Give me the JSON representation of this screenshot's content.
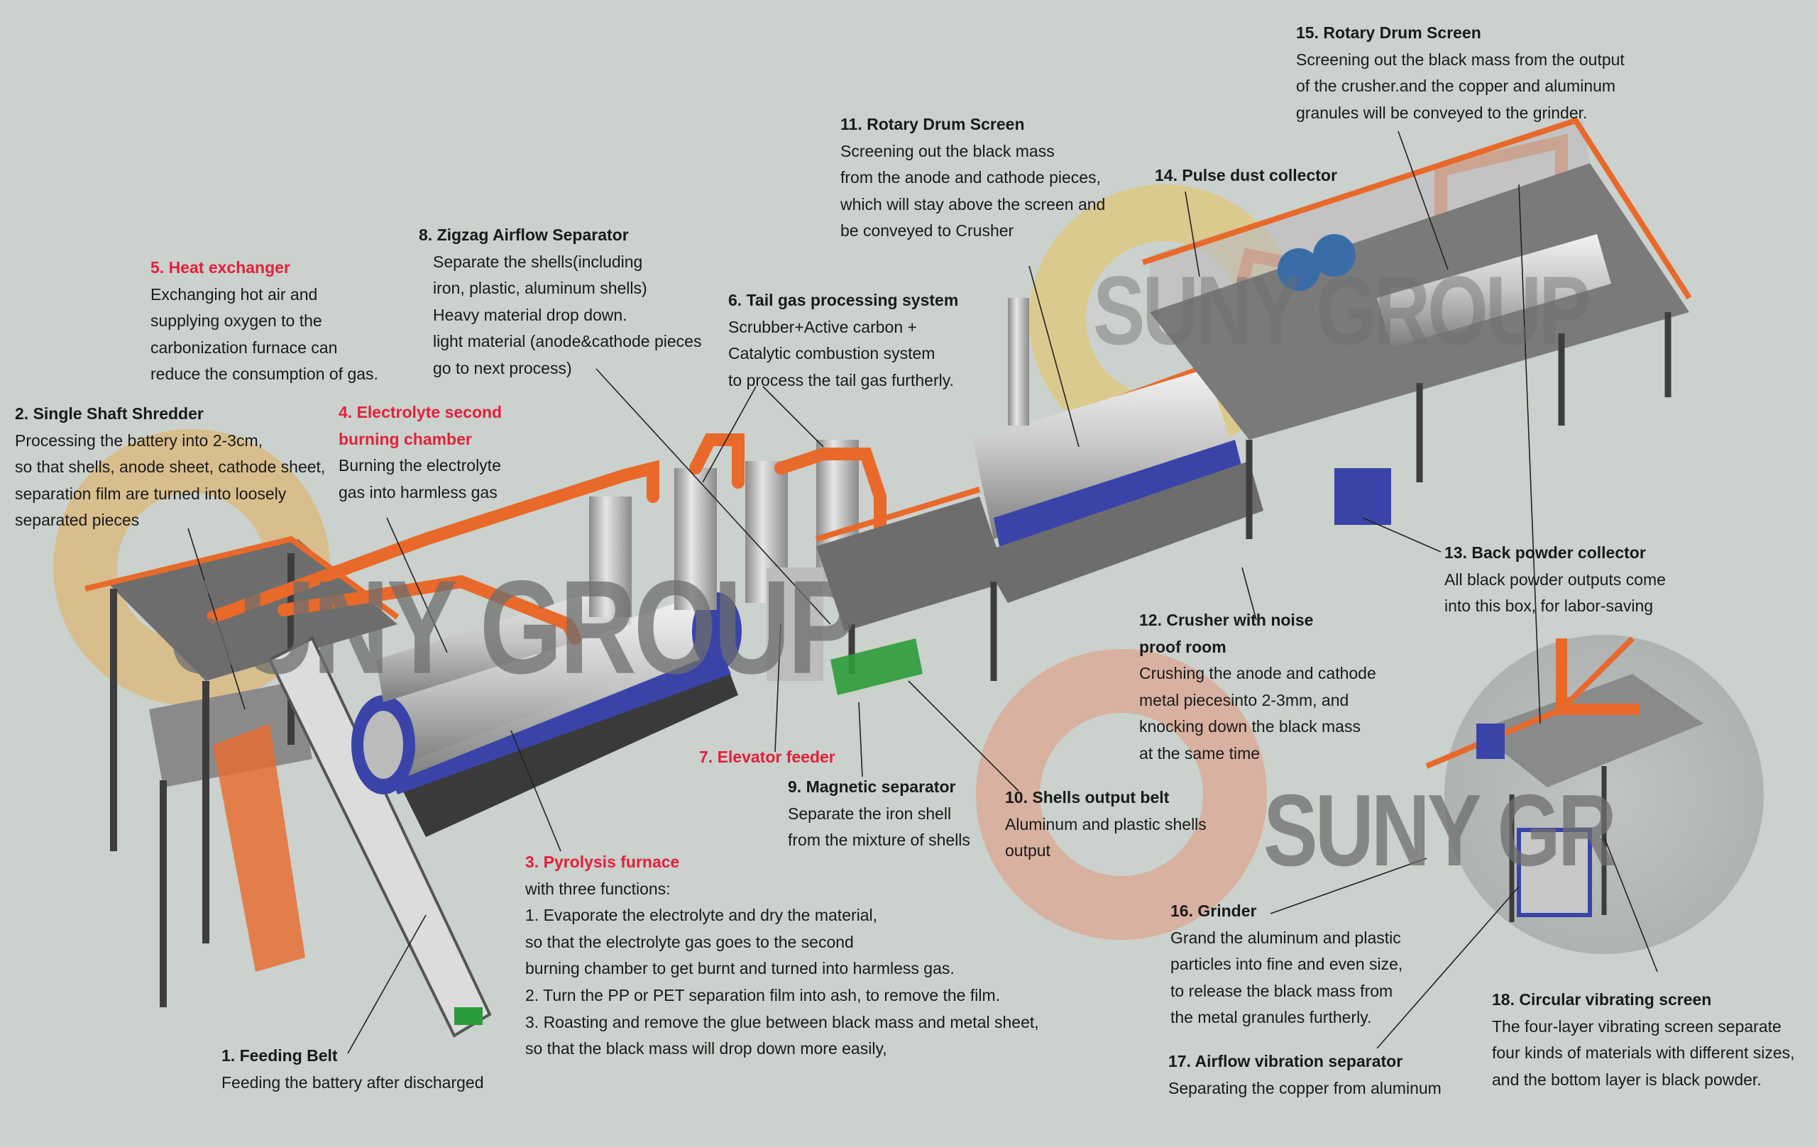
{
  "watermark": "SUNY GROUP",
  "watermark_partial": "SUNY GR",
  "colors": {
    "background": "#cbd1cc",
    "pipe": "#e8692a",
    "railing": "#e8692a",
    "frame": "#3d3d3d",
    "accent_blue": "#3a44a8",
    "red_title": "#e3203c"
  },
  "labels": {
    "s1": {
      "title": "1. Feeding Belt",
      "lines": [
        "Feeding the battery after discharged"
      ]
    },
    "s2": {
      "title": "2. Single Shaft Shredder",
      "lines": [
        "Processing the battery into 2-3cm,",
        "so that shells, anode sheet, cathode sheet,",
        "separation film are turned into loosely",
        "separated pieces"
      ]
    },
    "s3": {
      "title": "3. Pyrolysis furnace",
      "lines": [
        "with three functions:",
        "1. Evaporate the electrolyte and dry the material,",
        "so that the electrolyte gas goes to the second",
        "burning chamber to get burnt and turned into harmless gas.",
        "2. Turn the PP or PET separation film into ash, to remove the film.",
        "3. Roasting and remove the glue between black mass and metal sheet,",
        "so that the black mass will drop down more easily,"
      ]
    },
    "s4": {
      "title_1": "4. Electrolyte second",
      "title_2": "burning chamber",
      "lines": [
        "Burning the electrolyte",
        "gas into harmless gas"
      ]
    },
    "s5": {
      "title": "5. Heat exchanger",
      "lines": [
        "Exchanging hot air and",
        "supplying oxygen to the",
        "carbonization furnace can",
        "reduce the consumption of gas."
      ]
    },
    "s6": {
      "title": "6. Tail gas processing system",
      "lines": [
        "Scrubber+Active carbon +",
        "Catalytic combustion system",
        "to process the tail gas furtherly."
      ]
    },
    "s7": {
      "title": "7. Elevator feeder"
    },
    "s8": {
      "title": "8. Zigzag Airflow Separator",
      "lines": [
        "Separate the shells(including",
        "iron, plastic, aluminum shells)",
        "Heavy material drop down.",
        "light material (anode&cathode pieces",
        "go to next process)"
      ]
    },
    "s9": {
      "title": "9. Magnetic separator",
      "lines": [
        "Separate the iron shell",
        "from the mixture of shells"
      ]
    },
    "s10": {
      "title": "10. Shells output belt",
      "lines": [
        "Aluminum and plastic shells",
        "output"
      ]
    },
    "s11": {
      "title": "11. Rotary Drum Screen",
      "lines": [
        "Screening out the black mass",
        "from the anode and cathode pieces,",
        "which will stay above the screen and",
        "be conveyed to Crusher"
      ]
    },
    "s12": {
      "title_1": "12. Crusher with noise",
      "title_2": "proof room",
      "lines": [
        "Crushing the anode and cathode",
        "metal piecesinto 2-3mm, and",
        "knocking down the black mass",
        "at the same time"
      ]
    },
    "s13": {
      "title": "13. Back powder collector",
      "lines": [
        "All black powder outputs come",
        "into this box, for labor-saving"
      ]
    },
    "s14": {
      "title": "14. Pulse dust collector"
    },
    "s15": {
      "title": "15. Rotary Drum Screen",
      "lines": [
        "Screening out the black mass from the output",
        "of the crusher.and the copper and aluminum",
        "granules will be conveyed to the grinder."
      ]
    },
    "s16": {
      "title": "16. Grinder",
      "lines": [
        "Grand the aluminum and plastic",
        "particles into fine and even size,",
        "to release the black mass from",
        "the metal granules furtherly."
      ]
    },
    "s17": {
      "title": "17. Airflow vibration separator",
      "lines": [
        "Separating the copper from aluminum"
      ]
    },
    "s18": {
      "title": "18. Circular vibrating screen",
      "lines": [
        "The four-layer vibrating screen separate",
        "four kinds of materials with different sizes,",
        " and the bottom layer is black powder."
      ]
    }
  }
}
